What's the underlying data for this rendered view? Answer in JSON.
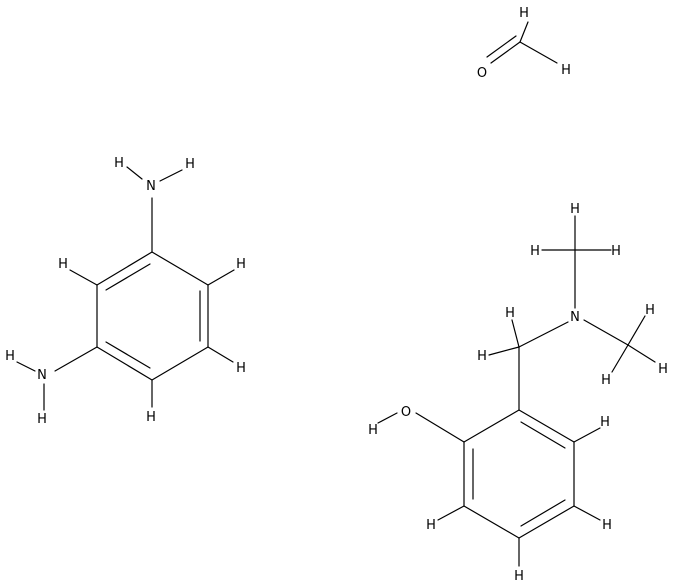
{
  "colors": {
    "background": "#ffffff",
    "ink": "#000000"
  },
  "molecules": [
    {
      "name": "formaldehyde",
      "atoms": [
        {
          "id": "f_H1",
          "label": "H"
        },
        {
          "id": "f_O",
          "label": "O"
        },
        {
          "id": "f_H2",
          "label": "H"
        }
      ]
    },
    {
      "name": "m-phenylenediamine",
      "atoms": [
        {
          "id": "p_H_n1a",
          "label": "H"
        },
        {
          "id": "p_N1",
          "label": "N"
        },
        {
          "id": "p_H_n1b",
          "label": "H"
        },
        {
          "id": "p_H_left",
          "label": "H"
        },
        {
          "id": "p_H_right",
          "label": "H"
        },
        {
          "id": "p_H_n2a",
          "label": "H"
        },
        {
          "id": "p_N2",
          "label": "N"
        },
        {
          "id": "p_H_n2b",
          "label": "H"
        },
        {
          "id": "p_H_r2",
          "label": "H"
        },
        {
          "id": "p_H_bottom",
          "label": "H"
        }
      ]
    },
    {
      "name": "2-(dimethylaminomethyl)phenol",
      "atoms": [
        {
          "id": "g_H_m1a",
          "label": "H"
        },
        {
          "id": "g_H_m1b",
          "label": "H"
        },
        {
          "id": "g_H_m1c",
          "label": "H"
        },
        {
          "id": "g_H_ch2a",
          "label": "H"
        },
        {
          "id": "g_N",
          "label": "N"
        },
        {
          "id": "g_H_m2a",
          "label": "H"
        },
        {
          "id": "g_H_ch2b",
          "label": "H"
        },
        {
          "id": "g_H_m2b",
          "label": "H"
        },
        {
          "id": "g_H_m2c",
          "label": "H"
        },
        {
          "id": "g_H_OH",
          "label": "H"
        },
        {
          "id": "g_O",
          "label": "O"
        },
        {
          "id": "g_H_ar1",
          "label": "H"
        },
        {
          "id": "g_H_ar2",
          "label": "H"
        },
        {
          "id": "g_H_ar3",
          "label": "H"
        },
        {
          "id": "g_H_ar4",
          "label": "H"
        }
      ]
    }
  ]
}
